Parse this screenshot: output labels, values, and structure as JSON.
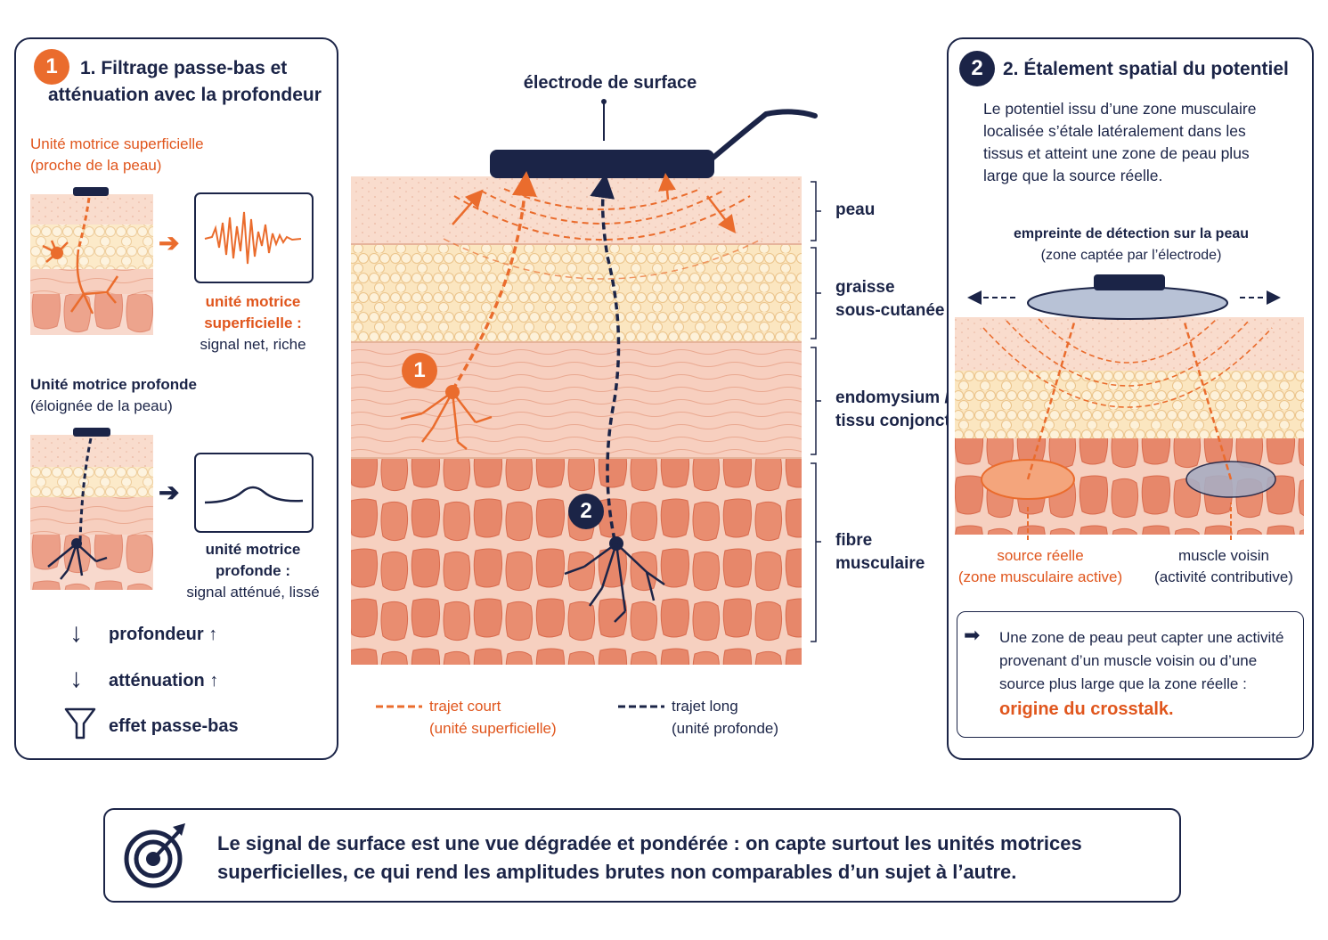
{
  "colors": {
    "navy": "#1b2447",
    "orange": "#ea6c2d",
    "skin": "#f9dccd",
    "fat": "#fbe8c4",
    "muscle": "#e7876a"
  },
  "left_panel": {
    "number": "1",
    "title_line1": "1. Filtrage passe-bas et",
    "title_line2": "atténuation avec la profondeur",
    "superficial": {
      "heading": "Unité motrice superficielle",
      "subheading": "(proche de la peau)",
      "result_line1": "unité motrice",
      "result_line2": "superficielle :",
      "result_line3": "signal net, riche"
    },
    "deep": {
      "heading": "Unité motrice profonde",
      "subheading": "(éloignée de la peau)",
      "result_line1": "unité motrice",
      "result_line2": "profonde :",
      "result_line3": "signal atténué, lissé"
    },
    "legend": [
      {
        "icon": "arrow-down-icon",
        "label": "profondeur ↑"
      },
      {
        "icon": "arrow-down-icon",
        "label": "atténuation ↑"
      },
      {
        "icon": "funnel-icon",
        "label": "effet passe-bas"
      }
    ]
  },
  "center": {
    "electrode_label": "électrode de surface",
    "layers": [
      {
        "label_line1": "peau",
        "label_line2": ""
      },
      {
        "label_line1": "graisse",
        "label_line2": "sous-cutanée"
      },
      {
        "label_line1": "endomysium /",
        "label_line2": "tissu conjonctif"
      },
      {
        "label_line1": "fibre",
        "label_line2": "musculaire"
      }
    ],
    "marker_1": "1",
    "marker_2": "2",
    "legend_short_line1": "trajet court",
    "legend_short_line2": "(unité superficielle)",
    "legend_long_line1": "trajet long",
    "legend_long_line2": "(unité profonde)"
  },
  "right_panel": {
    "number": "2",
    "title": "2. Étalement spatial du potentiel",
    "description": [
      "Le potentiel issu d’une zone musculaire",
      "localisée s’étale latéralement dans les",
      "tissus et atteint une zone de peau plus",
      "large que la source réelle."
    ],
    "footprint_line1": "empreinte de détection sur la peau",
    "footprint_line2": "(zone captée par l’électrode)",
    "source_line1": "source réelle",
    "source_line2": "(zone musculaire active)",
    "neighbor_line1": "muscle voisin",
    "neighbor_line2": "(activité contributive)",
    "note_lines": [
      "Une zone de peau peut capter une activité",
      "provenant d’un muscle voisin ou d’une",
      "source plus large que la zone réelle :"
    ],
    "note_emphasis": "origine du crosstalk."
  },
  "conclusion": {
    "icon": "target-icon",
    "line1": "Le signal de surface est une vue dégradée et pondérée : on capte surtout les unités motrices",
    "line2": "superficielles, ce qui rend les amplitudes brutes non comparables d’un sujet à l’autre."
  }
}
